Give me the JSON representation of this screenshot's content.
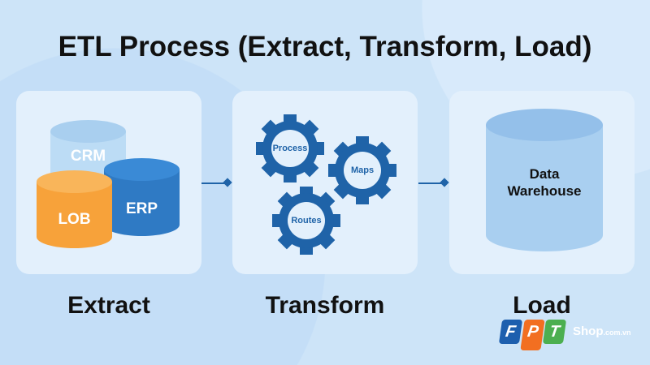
{
  "title": "ETL Process (Extract, Transform, Load)",
  "extract": {
    "label": "Extract",
    "databases": [
      "CRM",
      "ERP",
      "LOB"
    ]
  },
  "transform": {
    "label": "Transform",
    "gears": [
      "Process",
      "Maps",
      "Routes"
    ]
  },
  "load": {
    "label": "Load",
    "warehouse": "Data Warehouse"
  },
  "logo": {
    "letters": [
      "F",
      "P",
      "T"
    ],
    "shop": "Shop",
    ".com.vn": ".com.vn",
    "domain": ".com.vn"
  },
  "colors": {
    "background": "#cde4f8",
    "gear": "#1f63a8",
    "crm": "#bcdcf5",
    "erp": "#2f7ac4",
    "lob": "#f7a23a",
    "warehouse": "#a9cff0"
  }
}
